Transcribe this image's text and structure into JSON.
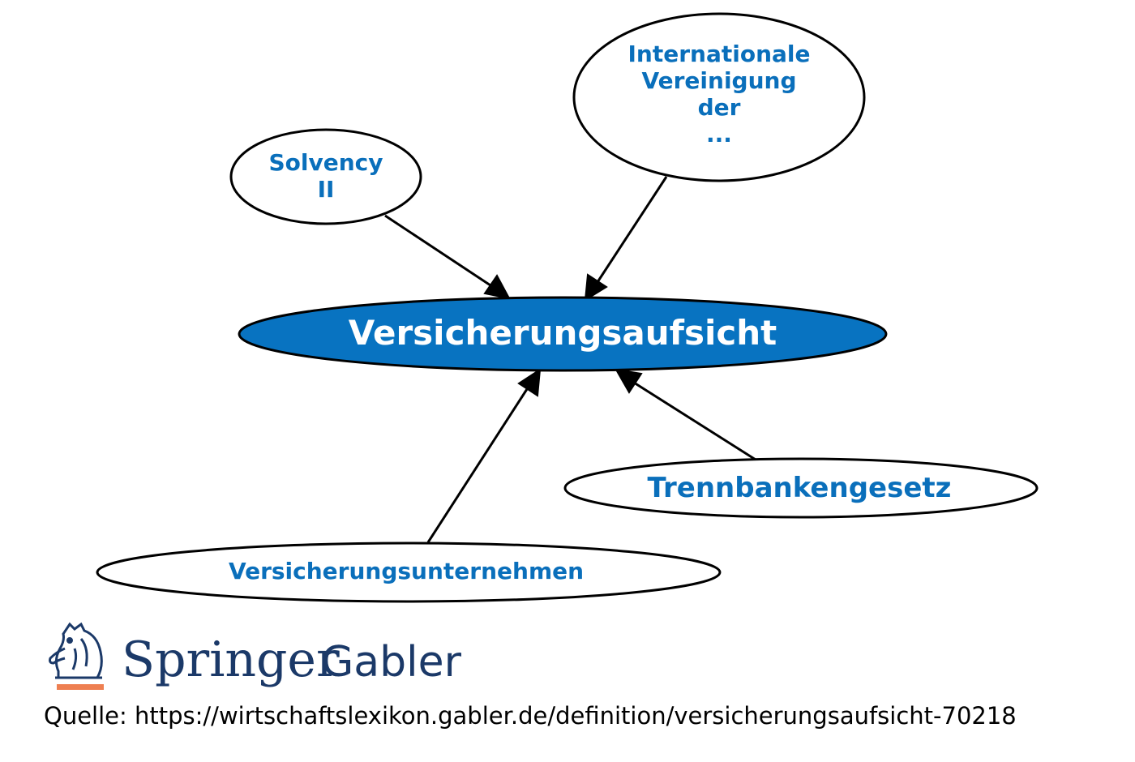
{
  "diagram": {
    "central": {
      "label": "Versicherungsaufsicht",
      "fill": "#0873c1",
      "text_color": "#ffffff"
    },
    "nodes": [
      {
        "id": "solvency",
        "lines": [
          "Solvency",
          "II"
        ]
      },
      {
        "id": "international",
        "lines": [
          "Internationale",
          "Vereinigung",
          "der",
          "..."
        ]
      },
      {
        "id": "trennbank",
        "lines": [
          "Trennbankengesetz"
        ]
      },
      {
        "id": "versunternehmen",
        "lines": [
          "Versicherungsunternehmen"
        ]
      }
    ],
    "edges": [
      {
        "from": "solvency",
        "to": "central"
      },
      {
        "from": "international",
        "to": "central"
      },
      {
        "from": "trennbank",
        "to": "central"
      },
      {
        "from": "versunternehmen",
        "to": "central"
      }
    ],
    "node_text_color": "#0a6fbb"
  },
  "logo": {
    "brand": "Springer",
    "sub": "Gabler",
    "brand_color": "#1b3968",
    "accent_color": "#ee7f51",
    "icon": "knight-chess-horse-icon"
  },
  "source": {
    "text": "Quelle: https://wirtschaftslexikon.gabler.de/definition/versicherungsaufsicht-70218"
  }
}
